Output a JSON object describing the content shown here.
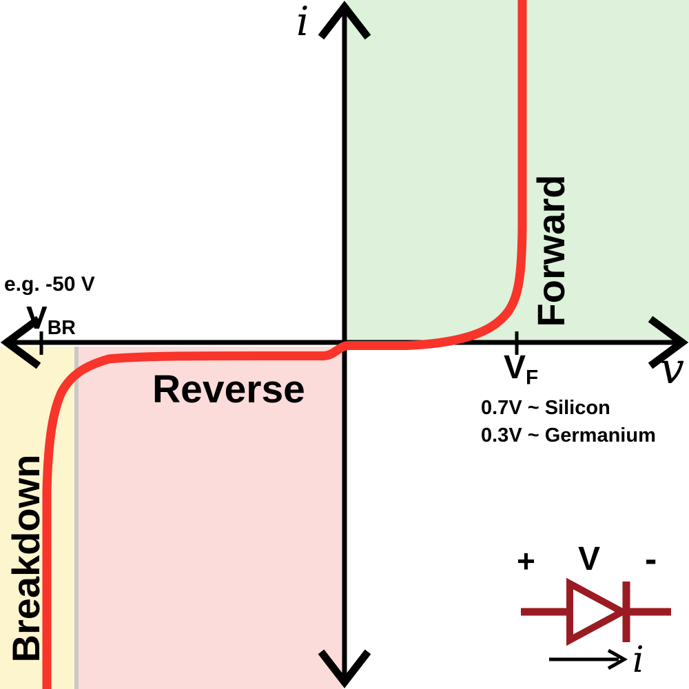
{
  "figure": {
    "title_semantic": "Diode i-v characteristic curve",
    "y_axis_label": "i",
    "x_axis_label": "v",
    "regions": {
      "forward": {
        "label": "Forward",
        "color": "#DDF1DB"
      },
      "reverse": {
        "label": "Reverse",
        "color": "#FCDCDA"
      },
      "breakdown": {
        "label": "Breakdown",
        "color": "#FCF5CE"
      }
    },
    "annotations": {
      "breakdown_example": "e.g. -50 V",
      "breakdown_voltage": {
        "main": "V",
        "sub": "BR"
      },
      "forward_voltage": {
        "main": "V",
        "sub": "F"
      },
      "silicon_note": "0.7V ~ Silicon",
      "germanium_note": "0.3V ~ Germanium"
    },
    "colors": {
      "curve": "#F8342B",
      "axis": "#000000",
      "divider": "#C9C9C9",
      "diode_symbol": "#9B1B23"
    }
  },
  "diode_symbol": {
    "plus_label": "+",
    "voltage_label": "V",
    "minus_label": "-",
    "current_label": "i"
  }
}
